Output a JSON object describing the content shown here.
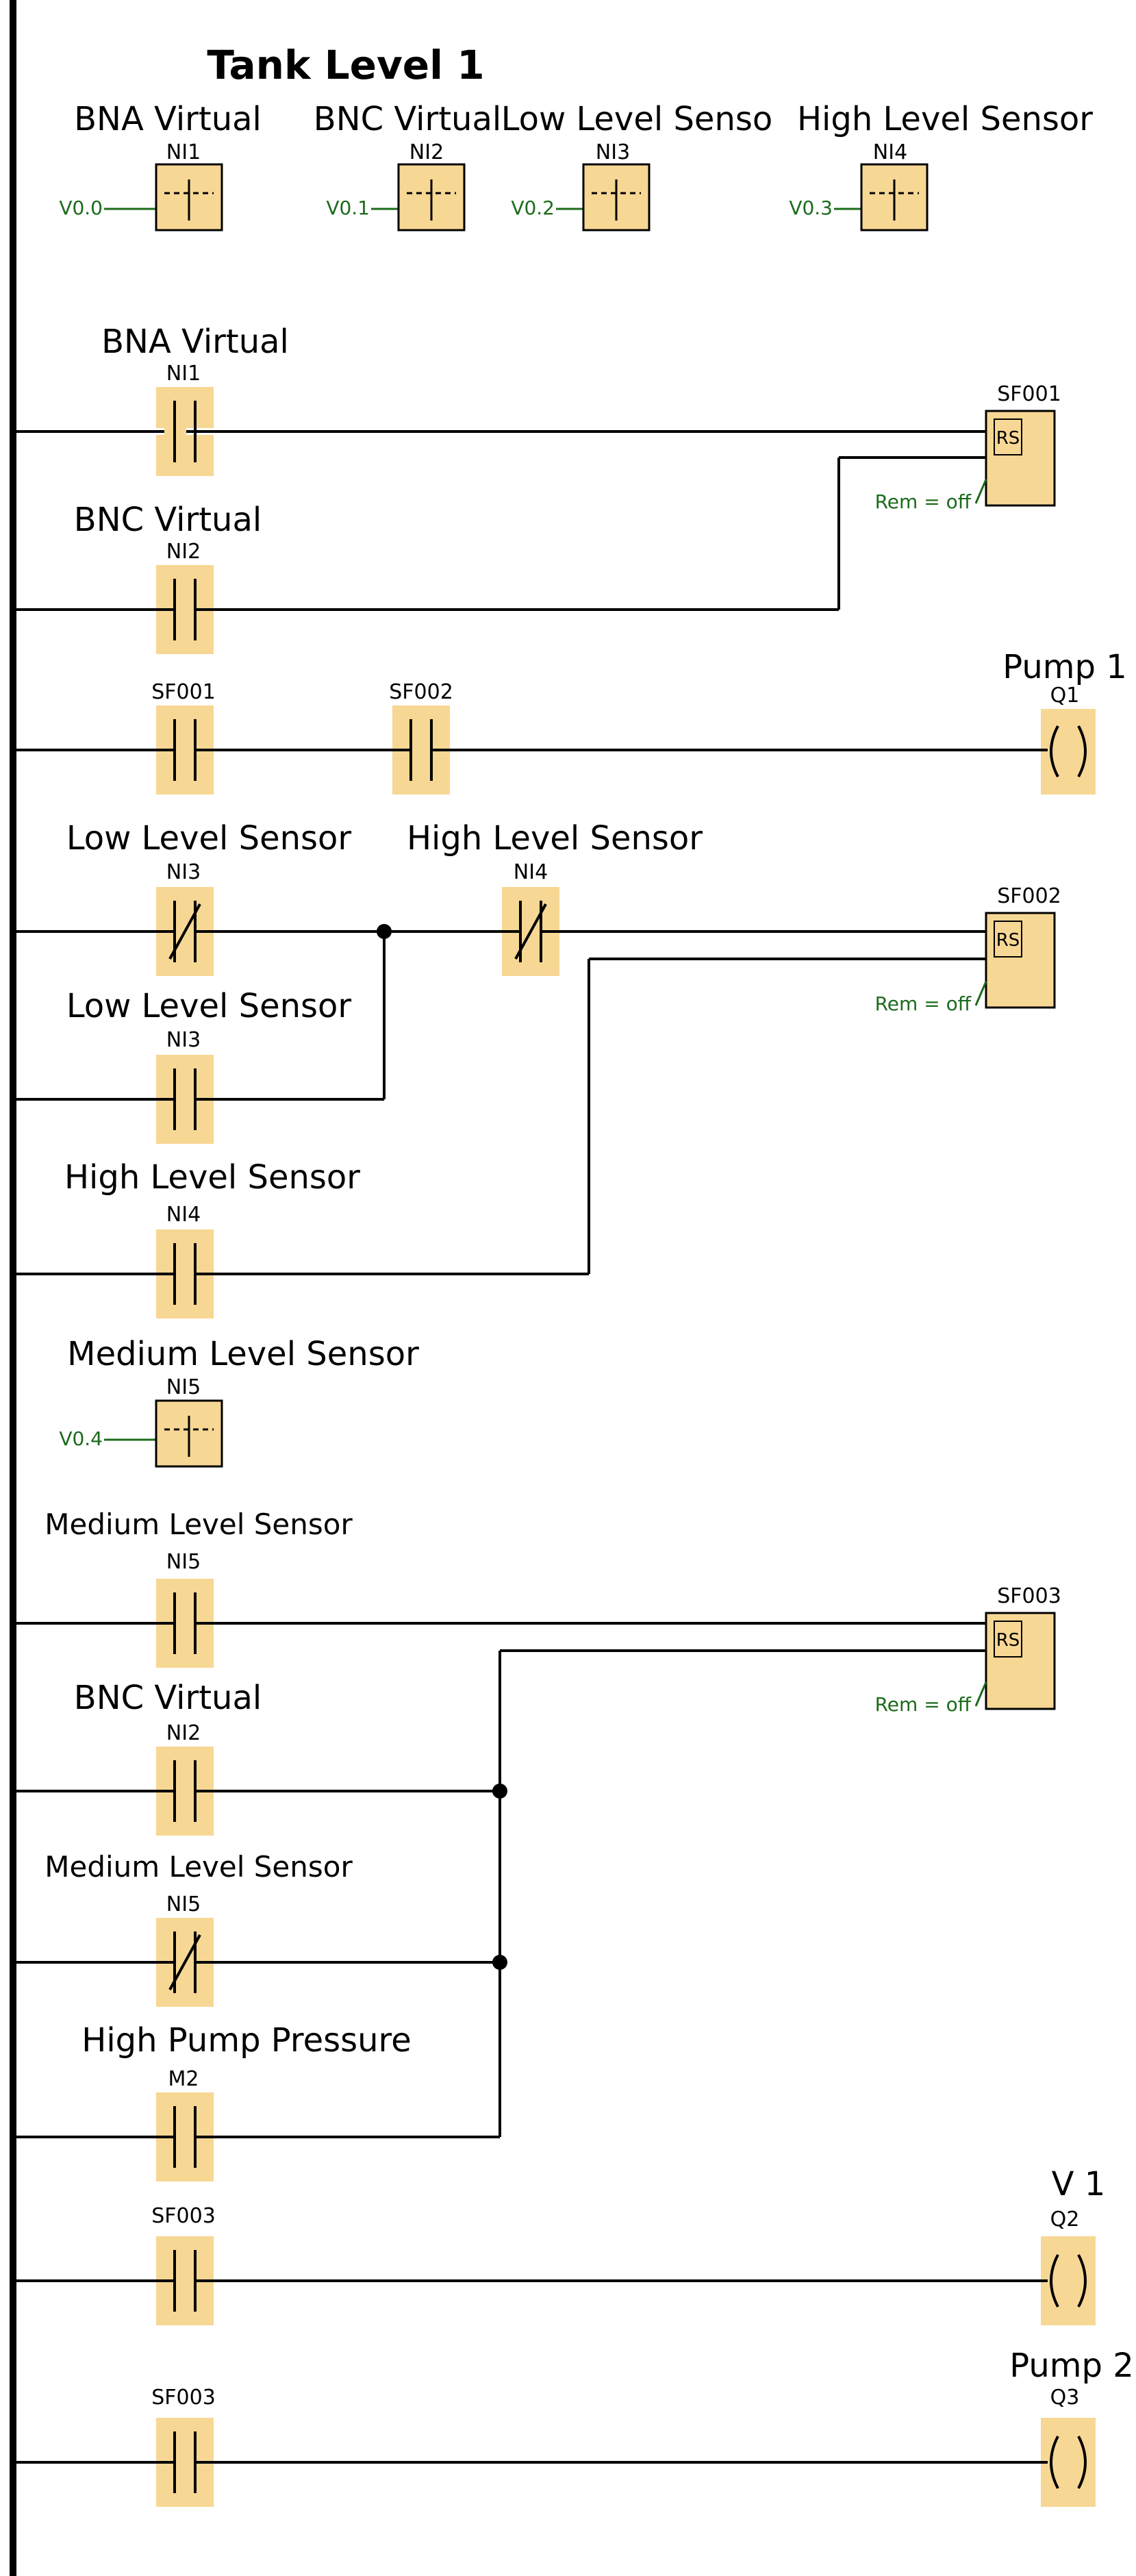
{
  "title": "Tank Level 1",
  "colors": {
    "block_fill": "#f7d794",
    "wire": "#000000",
    "param_text": "#1c6b1c",
    "background": "#ffffff"
  },
  "virtual_inputs": [
    {
      "label": "BNA Virtual",
      "tag": "NI1",
      "address": "V0.0"
    },
    {
      "label": "BNC Virtual",
      "tag": "NI2",
      "address": "V0.1"
    },
    {
      "label": "Low Level Senso",
      "tag": "NI3",
      "address": "V0.2"
    },
    {
      "label": "High Level Sensor",
      "tag": "NI4",
      "address": "V0.3"
    },
    {
      "label": "Medium Level Sensor",
      "tag": "NI5",
      "address": "V0.4"
    }
  ],
  "rungs": [
    {
      "id": "r1",
      "contacts": [
        {
          "label": "BNA Virtual",
          "tag": "NI1",
          "type": "NO"
        }
      ]
    },
    {
      "id": "r2",
      "contacts": [
        {
          "label": "BNC Virtual",
          "tag": "NI2",
          "type": "NO"
        }
      ]
    },
    {
      "id": "r3",
      "contacts": [
        {
          "label": "",
          "tag": "SF001",
          "type": "NO"
        },
        {
          "label": "",
          "tag": "SF002",
          "type": "NO"
        }
      ]
    },
    {
      "id": "r4",
      "contacts": [
        {
          "label": "Low Level Sensor",
          "tag": "NI3",
          "type": "NC"
        },
        {
          "label": "High Level Sensor",
          "tag": "NI4",
          "type": "NC"
        }
      ]
    },
    {
      "id": "r5",
      "contacts": [
        {
          "label": "Low Level Sensor",
          "tag": "NI3",
          "type": "NO"
        }
      ]
    },
    {
      "id": "r6",
      "contacts": [
        {
          "label": "High Level Sensor",
          "tag": "NI4",
          "type": "NO"
        }
      ]
    },
    {
      "id": "r7",
      "contacts": [
        {
          "label": "Medium Level Sensor",
          "tag": "NI5",
          "type": "NO"
        }
      ]
    },
    {
      "id": "r8",
      "contacts": [
        {
          "label": "BNC Virtual",
          "tag": "NI2",
          "type": "NO"
        }
      ]
    },
    {
      "id": "r9",
      "contacts": [
        {
          "label": "Medium Level Sensor",
          "tag": "NI5",
          "type": "NC"
        }
      ]
    },
    {
      "id": "r10",
      "contacts": [
        {
          "label": "High Pump Pressure",
          "tag": "M2",
          "type": "NO"
        }
      ]
    },
    {
      "id": "r11",
      "contacts": [
        {
          "label": "",
          "tag": "SF003",
          "type": "NO"
        }
      ]
    },
    {
      "id": "r12",
      "contacts": [
        {
          "label": "",
          "tag": "SF003",
          "type": "NO"
        }
      ]
    }
  ],
  "function_blocks": [
    {
      "tag": "SF001",
      "type": "RS",
      "param": "Rem = off"
    },
    {
      "tag": "SF002",
      "type": "RS",
      "param": "Rem = off"
    },
    {
      "tag": "SF003",
      "type": "RS",
      "param": "Rem = off"
    }
  ],
  "coils": [
    {
      "label": "Pump 1",
      "tag": "Q1"
    },
    {
      "label": "V 1",
      "tag": "Q2"
    },
    {
      "label": "Pump 2",
      "tag": "Q3"
    }
  ]
}
